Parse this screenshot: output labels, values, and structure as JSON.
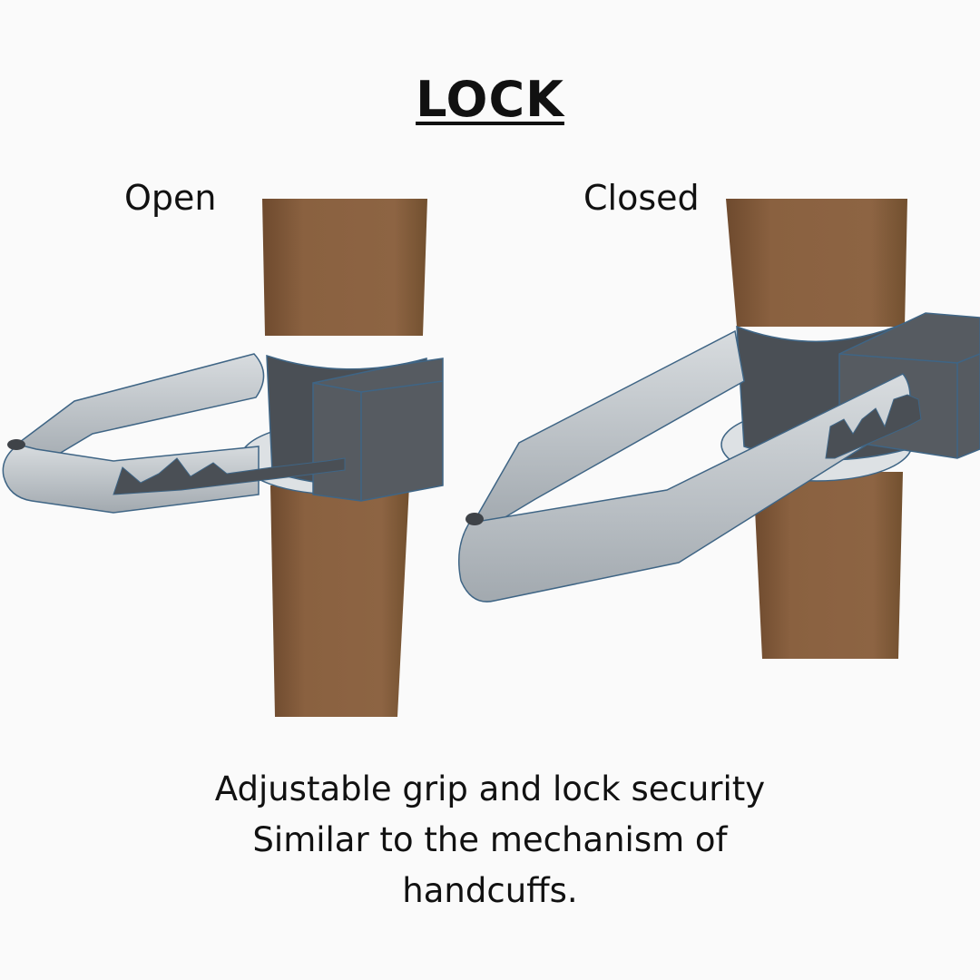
{
  "title": "LOCK",
  "labels": {
    "open": "Open",
    "closed": "Closed"
  },
  "caption": {
    "line1": "Adjustable grip and lock security",
    "line2": "Similar to the mechanism of",
    "line3": "handcuffs."
  },
  "colors": {
    "background": "#fafafa",
    "pole": "#8a6140",
    "pole_shadow": "#6e4a2e",
    "band": "#4a4f55",
    "handle": "#bfc4c9",
    "handle_light": "#d4d8db",
    "outline": "#3f6585",
    "disc": "#dde1e4"
  }
}
